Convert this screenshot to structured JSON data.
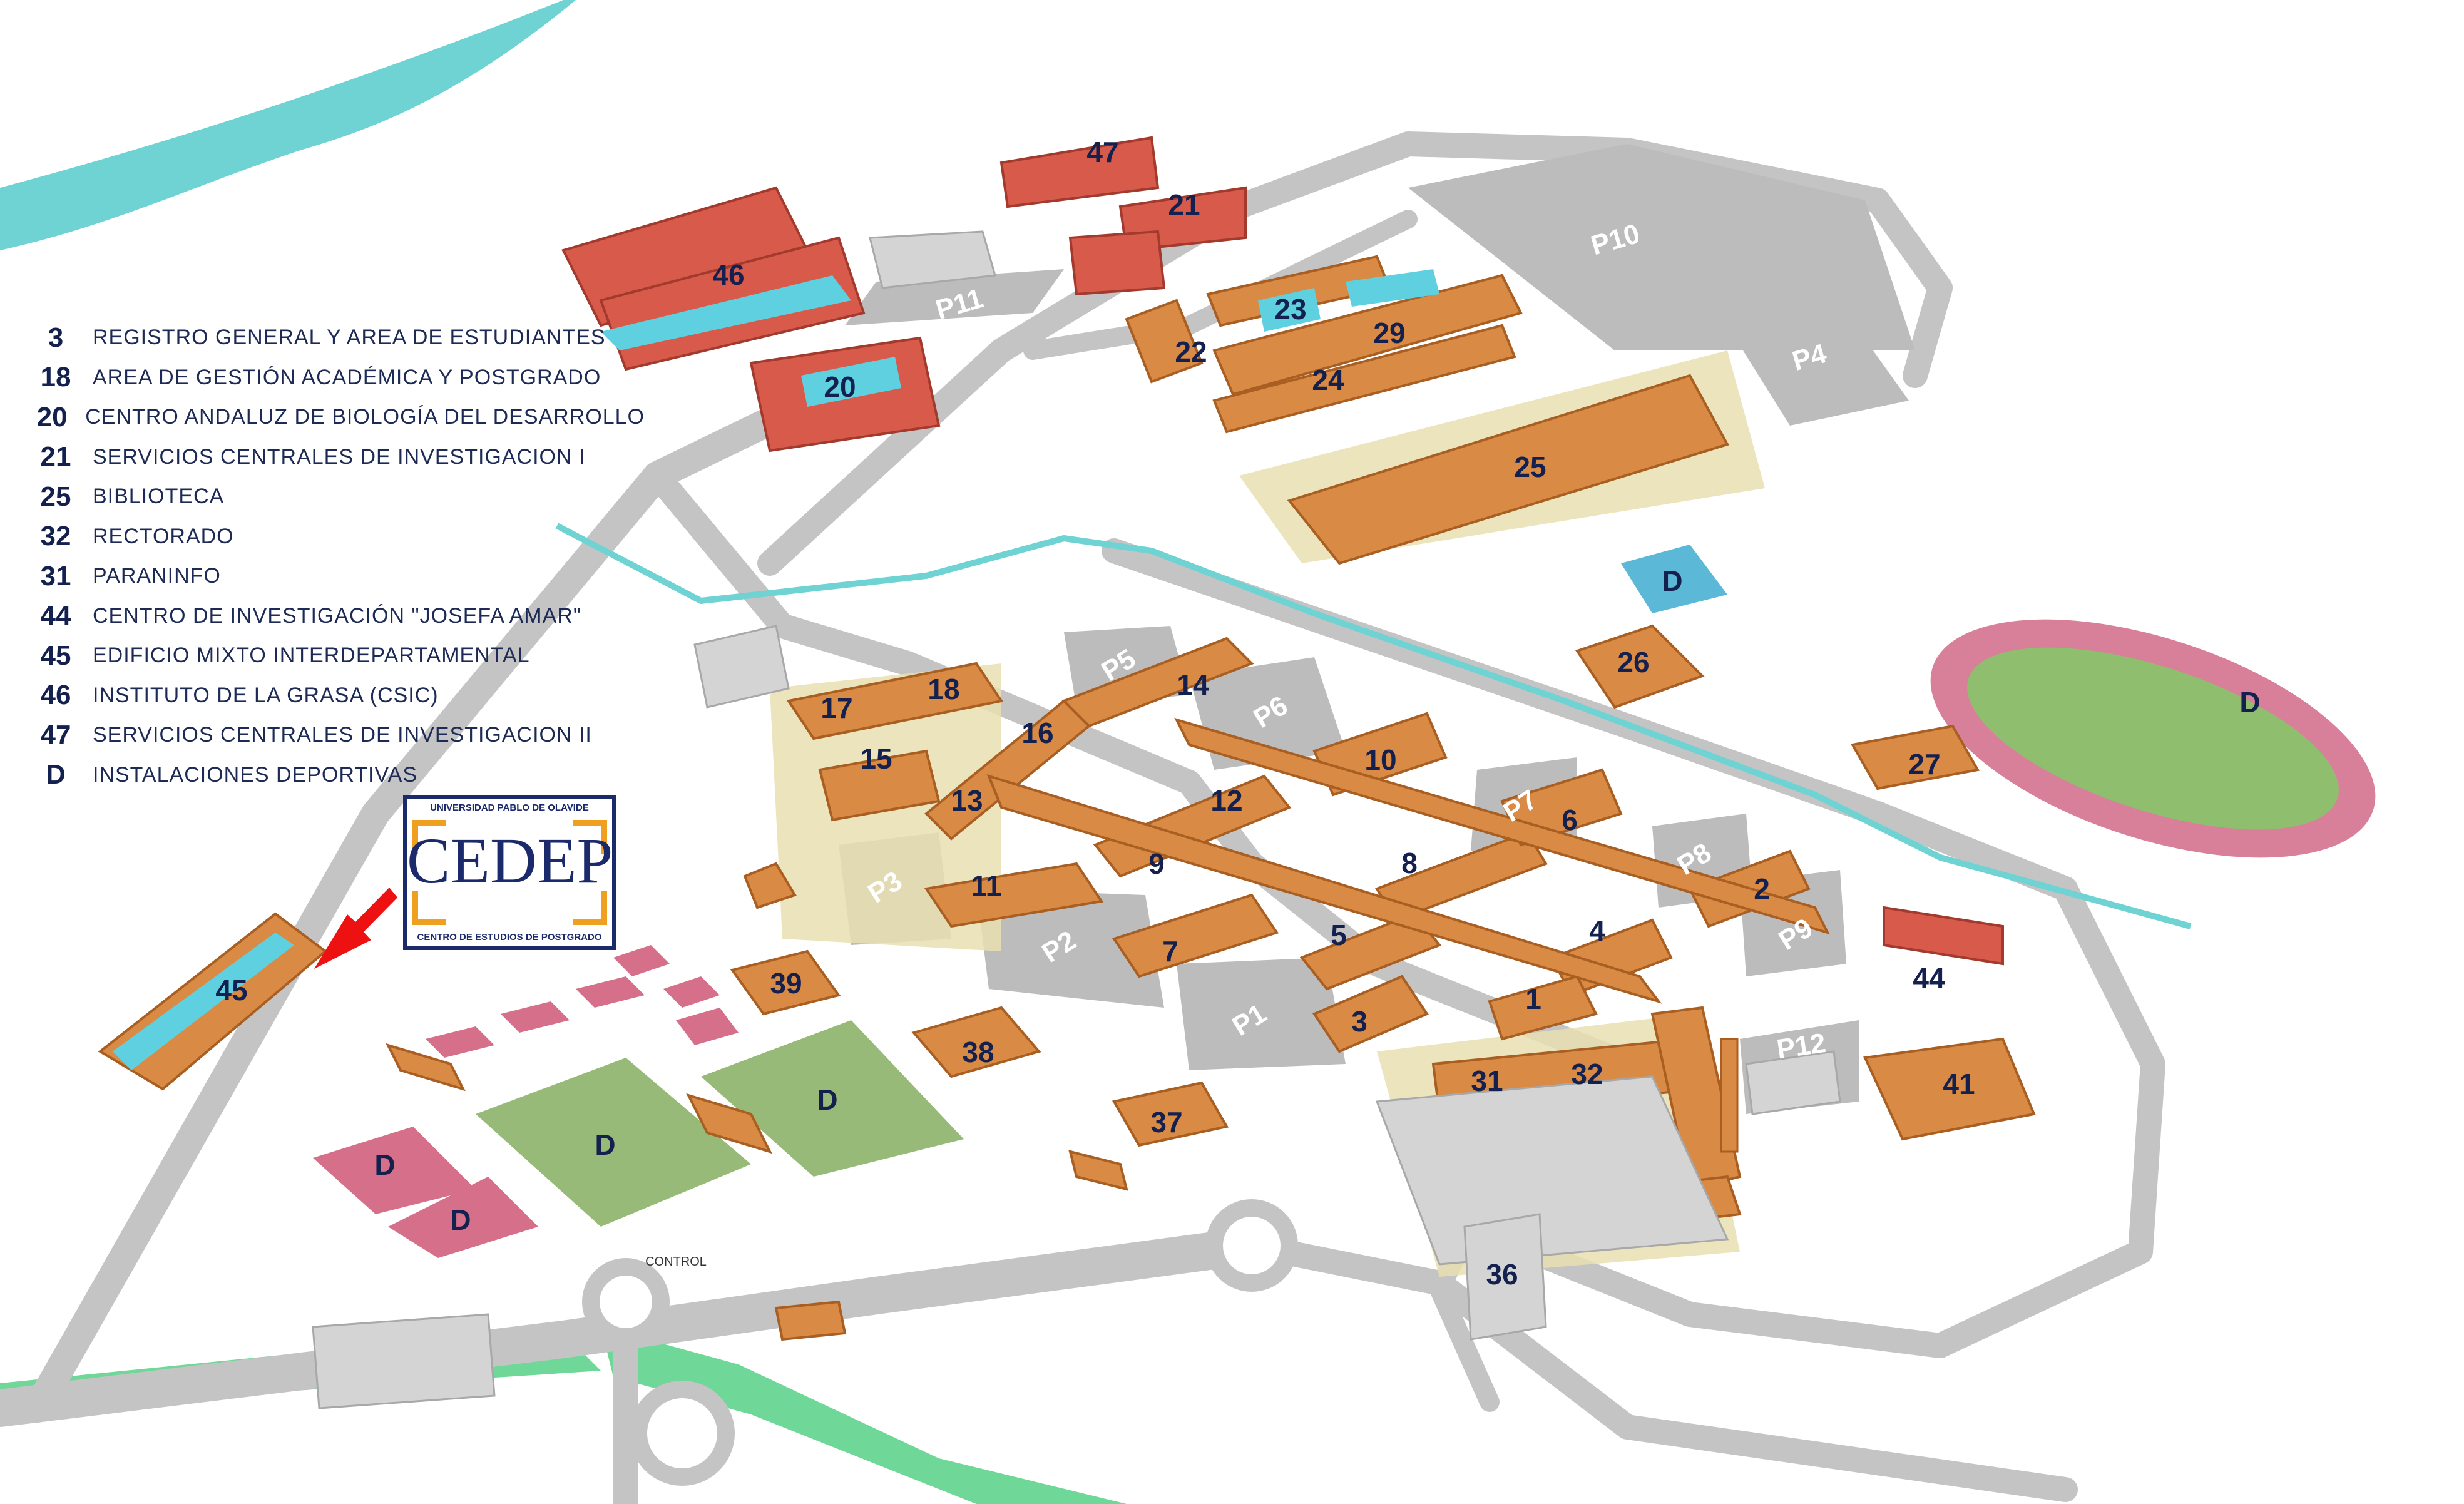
{
  "legend": [
    {
      "code": "3",
      "name": "REGISTRO GENERAL Y AREA DE ESTUDIANTES"
    },
    {
      "code": "18",
      "name": "AREA DE GESTIÓN ACADÉMICA Y POSTGRADO"
    },
    {
      "code": "20",
      "name": "CENTRO ANDALUZ DE BIOLOGÍA DEL DESARROLLO"
    },
    {
      "code": "21",
      "name": "SERVICIOS CENTRALES DE INVESTIGACION I"
    },
    {
      "code": "25",
      "name": "BIBLIOTECA"
    },
    {
      "code": "32",
      "name": "RECTORADO"
    },
    {
      "code": "31",
      "name": "PARANINFO"
    },
    {
      "code": "44",
      "name": "CENTRO DE INVESTIGACIÓN \"JOSEFA AMAR\""
    },
    {
      "code": "45",
      "name": "EDIFICIO MIXTO INTERDEPARTAMENTAL"
    },
    {
      "code": "46",
      "name": "INSTITUTO DE LA GRASA (CSIC)"
    },
    {
      "code": "47",
      "name": "SERVICIOS CENTRALES DE INVESTIGACION II"
    },
    {
      "code": "D",
      "name": "INSTALACIONES DEPORTIVAS"
    }
  ],
  "logo": {
    "top": "UNIVERSIDAD PABLO DE OLAVIDE",
    "mark": "CEDEP",
    "bottom": "CENTRO DE ESTUDIOS DE POSTGRADO"
  },
  "control_label": "CONTROL",
  "buildings": [
    "1",
    "2",
    "3",
    "4",
    "5",
    "6",
    "7",
    "8",
    "9",
    "10",
    "11",
    "12",
    "13",
    "14",
    "15",
    "16",
    "17",
    "18",
    "20",
    "21",
    "22",
    "23",
    "24",
    "25",
    "26",
    "27",
    "29",
    "31",
    "32",
    "36",
    "37",
    "38",
    "39",
    "41",
    "44",
    "45",
    "46",
    "47"
  ],
  "parking": [
    "P1",
    "P2",
    "P3",
    "P4",
    "P5",
    "P6",
    "P7",
    "P8",
    "P9",
    "P10",
    "P11",
    "P12"
  ],
  "sports_label": "D",
  "colors": {
    "road": "#c4c4c4",
    "parking": "#bcbcbc",
    "building": "#d98a45",
    "building_dark": "#a95e22",
    "red_building": "#d85a4a",
    "river": "#6fd3d3",
    "green_field": "#98ba78",
    "pink_court": "#d6708a",
    "highway_green": "#6fd898",
    "sand": "#e9dfb0",
    "arrow": "#ee1111",
    "label": "#14214f"
  }
}
